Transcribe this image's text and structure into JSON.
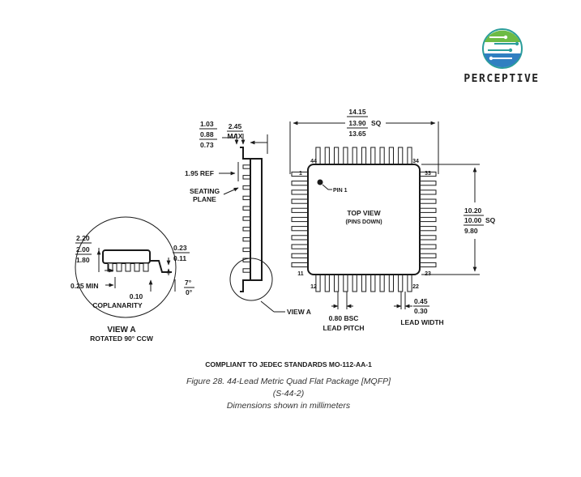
{
  "brand": {
    "name": "PERCEPTIVE",
    "logo_icon": "circuit-globe-icon",
    "colors": {
      "green": "#6dbb45",
      "blue": "#2f7fc1",
      "teal": "#2a9d9a"
    }
  },
  "top_view": {
    "title": "TOP VIEW",
    "subtitle": "(PINS DOWN)",
    "pin1_label": "PIN 1",
    "pin_numbers": {
      "p1": "1",
      "p11": "11",
      "p12": "12",
      "p22": "22",
      "p23": "23",
      "p33": "33",
      "p34": "34",
      "p44": "44"
    },
    "width_dims": {
      "max": "14.15",
      "nom": "13.90",
      "min": "13.65",
      "suffix": "SQ"
    },
    "height_dims": {
      "max": "10.20",
      "nom": "10.00",
      "min": "9.80",
      "suffix": "SQ"
    },
    "lead_pitch": {
      "value": "0.80 BSC",
      "label": "LEAD PITCH"
    },
    "lead_width": {
      "max": "0.45",
      "min": "0.30",
      "label": "LEAD WIDTH"
    },
    "leads_per_side": 11
  },
  "side_view": {
    "offset_dims": {
      "max": "1.03",
      "nom": "0.88",
      "min": "0.73"
    },
    "height_max": {
      "value": "2.45",
      "label": "MAX"
    },
    "ref_dim": "1.95 REF",
    "seating_plane": [
      "SEATING",
      "PLANE"
    ],
    "view_a_pointer": "VIEW A"
  },
  "detail_view": {
    "height_dims": {
      "max": "2.20",
      "nom": "2.00",
      "min": "1.80"
    },
    "lead_thickness": {
      "max": "0.23",
      "min": "0.11"
    },
    "min_dim": "0.25 MIN",
    "coplanarity": {
      "value": "0.10",
      "label": "COPLANARITY"
    },
    "angle": {
      "max": "7°",
      "min": "0°"
    },
    "title": "VIEW A",
    "subtitle": "ROTATED 90° CCW"
  },
  "footer": {
    "standard": "COMPLIANT TO JEDEC STANDARDS MO-112-AA-1",
    "caption_line1": "Figure 28. 44-Lead Metric Quad Flat Package [MQFP]",
    "caption_line2": "(S-44-2)",
    "caption_line3": "Dimensions shown in millimeters"
  }
}
